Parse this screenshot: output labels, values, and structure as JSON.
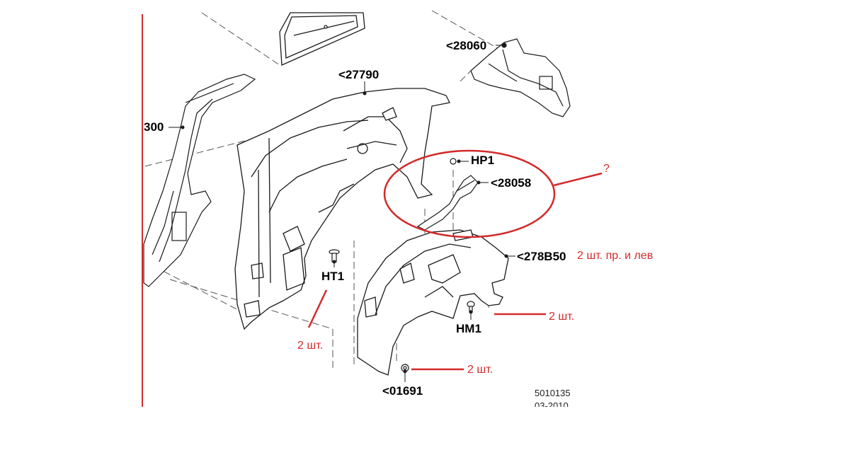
{
  "colors": {
    "annotation": "#d42a2a",
    "line_art": "#1a1a1a",
    "dash": "#555555"
  },
  "parts": {
    "p28060": "<28060",
    "p27790": "<27790",
    "p300": "300",
    "hp1": "HP1",
    "p28058": "<28058",
    "p278b50": "<278B50",
    "ht1": "HT1",
    "hm1": "HM1",
    "p01691": "<01691"
  },
  "annotations": {
    "question": "?",
    "qty_pair": "2 шт. пр. и лев",
    "qty_ht1": "2 шт.",
    "qty_hm1": "2 шт.",
    "qty_01691": "2 шт."
  },
  "stamp": {
    "code": "5010135",
    "date": "03-2010"
  }
}
